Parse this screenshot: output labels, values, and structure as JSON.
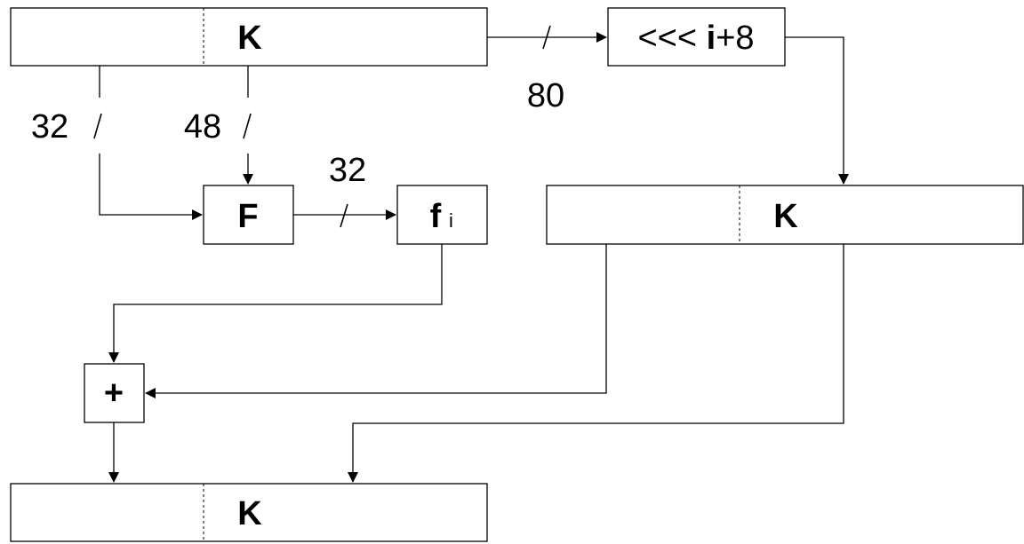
{
  "blocks": {
    "k_top": {
      "label": "K"
    },
    "rotate": {
      "prefix": "<<<",
      "var": "i",
      "suffix": "+8"
    },
    "f_block": {
      "label": "F"
    },
    "fi_block": {
      "label": "f",
      "sub": "i"
    },
    "k_right": {
      "label": "K"
    },
    "adder": {
      "label": "+"
    },
    "k_bottom": {
      "label": "K"
    }
  },
  "bus_widths": {
    "to_rotate": "80",
    "left_tap": "32",
    "right_tap": "48",
    "f_out": "32"
  }
}
